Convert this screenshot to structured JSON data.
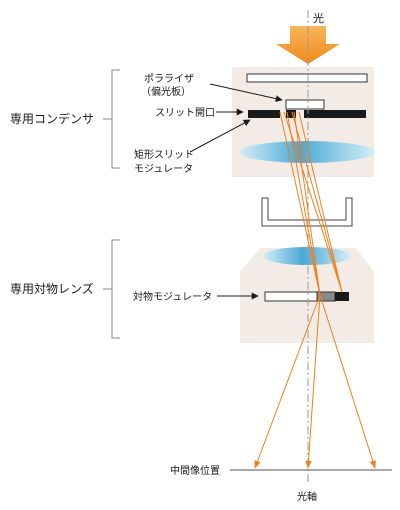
{
  "labels": {
    "light": "光",
    "condenser_group": "専用コンデンサ",
    "polarizer_line1": "ポラライザ",
    "polarizer_line2": "（偏光板）",
    "slit_aperture": "スリット開口",
    "rect_slit_line1": "矩形スリット",
    "rect_slit_line2": "モジュレータ",
    "objective_group": "専用対物レンズ",
    "objective_modulator": "対物モジュレータ",
    "intermediate_image": "中間像位置",
    "optical_axis": "光軸"
  },
  "colors": {
    "light_arrow": "#f39a2b",
    "ray": "#f07f1a",
    "box_fill": "#f3ece6",
    "lens_blue": "#4aa9d6",
    "axis_gray": "#9a9a9a",
    "bracket": "#888888",
    "dark": "#1a1a1a"
  }
}
